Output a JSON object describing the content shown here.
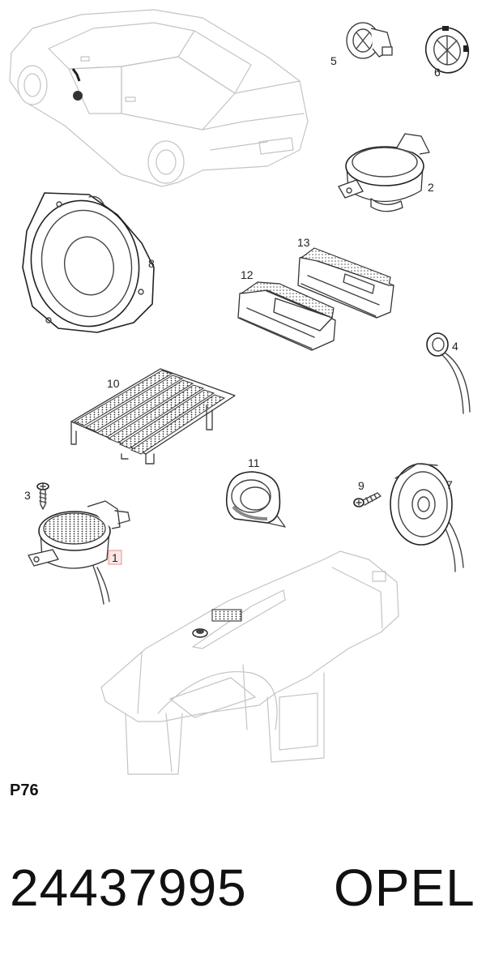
{
  "diagram": {
    "page_code": "P76",
    "callouts": [
      {
        "id": "1",
        "label": "1",
        "highlighted": true
      },
      {
        "id": "2",
        "label": "2"
      },
      {
        "id": "3",
        "label": "3"
      },
      {
        "id": "4",
        "label": "4"
      },
      {
        "id": "5",
        "label": "5"
      },
      {
        "id": "6",
        "label": "6"
      },
      {
        "id": "7",
        "label": "7"
      },
      {
        "id": "8",
        "label": "8"
      },
      {
        "id": "9",
        "label": "9"
      },
      {
        "id": "10",
        "label": "10"
      },
      {
        "id": "11",
        "label": "11"
      },
      {
        "id": "12",
        "label": "12"
      },
      {
        "id": "13",
        "label": "13"
      }
    ],
    "highlight_color": "#e8a0a0"
  },
  "footer": {
    "part_number": "24437995",
    "brand": "OPEL"
  }
}
